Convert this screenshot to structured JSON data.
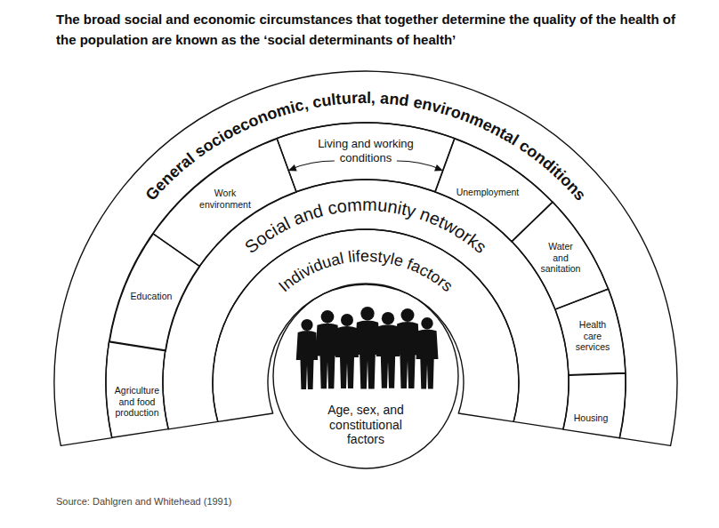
{
  "diagram": {
    "title": "The broad social and economic circumstances that together determine the quality of the health of the population are known as the ‘social determinants of health’",
    "caption": "Source: Dahlgren and Whitehead (1991)",
    "nodes": [
      {
        "text": [
          "General socioeconomic, cultural, and environmental conditions"
        ]
      },
      {
        "text": [
          "Agriculture and food production"
        ],
        "in": 0
      },
      {
        "text": [
          "Education"
        ],
        "in": 0
      },
      {
        "text": [
          "Work environment"
        ],
        "in": 0
      },
      {
        "text": [
          "Living and working conditions"
        ],
        "in": 0
      },
      {
        "text": [
          "Unemployment"
        ],
        "in": 0
      },
      {
        "text": [
          "Water and sanitation"
        ],
        "in": 0
      },
      {
        "text": [
          "Health care services"
        ],
        "in": 0
      },
      {
        "text": [
          "Housing"
        ],
        "in": 0
      },
      {
        "text": [
          "Social and community networks"
        ],
        "in": 0
      },
      {
        "text": [
          "Individual lifestyle factors"
        ],
        "in": 9
      },
      {
        "text": [
          "Age, sex, and constitutional factors"
        ],
        "in": 10
      }
    ]
  }
}
